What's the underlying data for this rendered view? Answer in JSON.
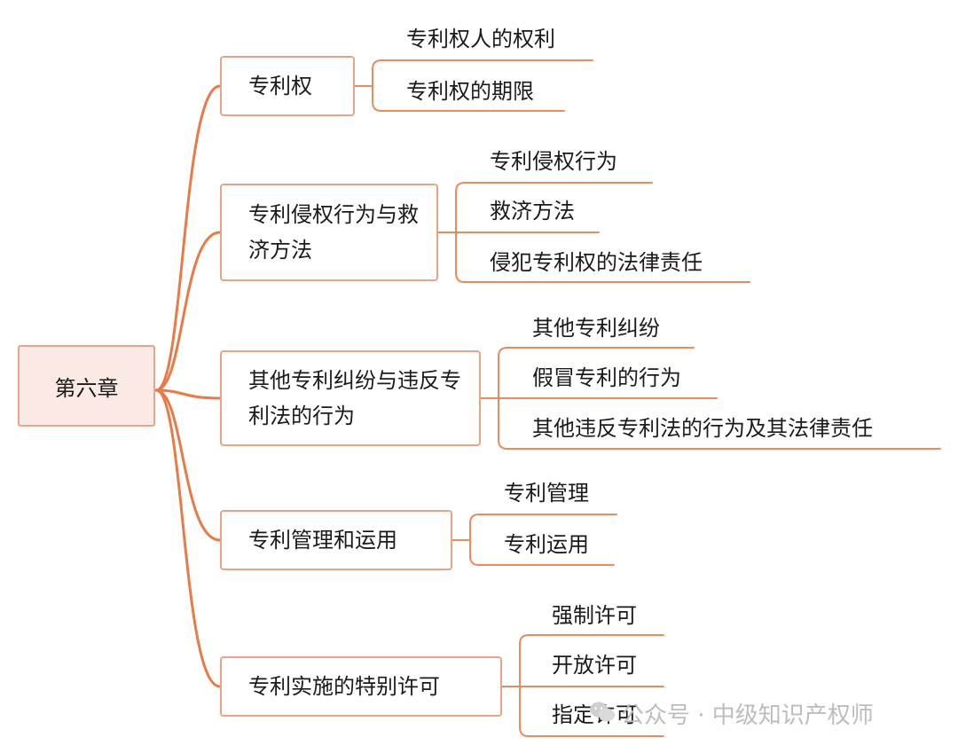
{
  "root": {
    "label": "第六章"
  },
  "branches": [
    {
      "label": "专利权",
      "children": [
        "专利权人的权利",
        "专利权的期限"
      ]
    },
    {
      "label": "专利侵权行为与救济方法",
      "children": [
        "专利侵权行为",
        "救济方法",
        "侵犯专利权的法律责任"
      ]
    },
    {
      "label": "其他专利纠纷与违反专利法的行为",
      "children": [
        "其他专利纠纷",
        "假冒专利的行为",
        "其他违反专利法的行为及其法律责任"
      ]
    },
    {
      "label": "专利管理和运用",
      "children": [
        "专利管理",
        "专利运用"
      ]
    },
    {
      "label": "专利实施的特别许可",
      "children": [
        "强制许可",
        "开放许可",
        "指定许可"
      ]
    }
  ],
  "watermark": {
    "text": "公众号 · 中级知识产权师"
  },
  "colors": {
    "line": "#ea7a45",
    "underline": "#ec8a5c",
    "root_fill": "#fbe9e3",
    "root_border": "#e6a58c",
    "box_border": "#e8a586"
  }
}
